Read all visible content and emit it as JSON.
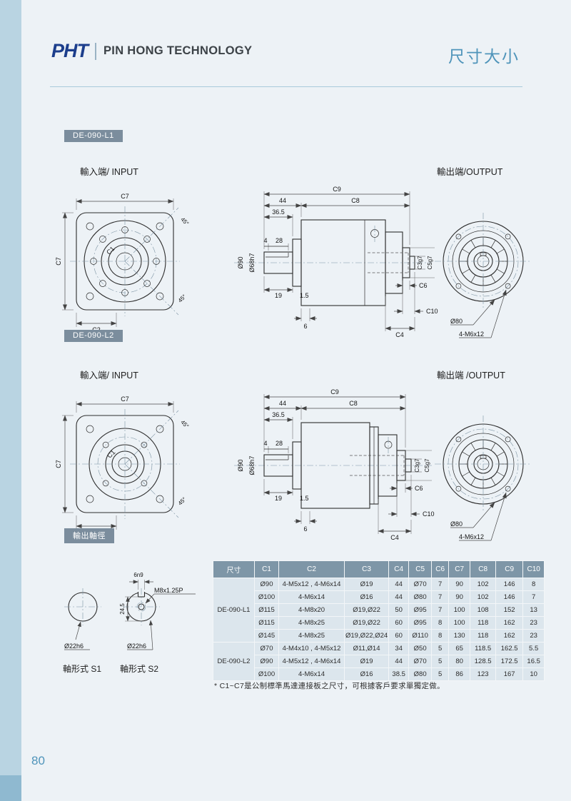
{
  "header": {
    "logo": "PHT",
    "company": "PIN HONG TECHNOLOGY",
    "page_title": "尺寸大小"
  },
  "sections": {
    "l1": {
      "badge": "DE-090-L1",
      "input_label": "輸入端/ INPUT",
      "output_label": "輸出端/OUTPUT"
    },
    "l2": {
      "badge": "DE-090-L2",
      "input_label": "輸入端/ INPUT",
      "output_label": "輸出端 /OUTPUT"
    },
    "shaft": {
      "badge": "輸出軸徑",
      "s1_label": "軸形式  S1",
      "s2_label": "軸形式  S2",
      "s1_dia": "Ø22h6",
      "s2_dia": "Ø22h6",
      "key_width": "6n9",
      "thread": "M8x1.25P",
      "depth": "24.5"
    }
  },
  "dims": {
    "c7_top": "C7",
    "c7_left": "C7",
    "c1": "C1",
    "angle_a": "45°",
    "angle_b": "45°",
    "c2": "C2",
    "c9": "C9",
    "c8": "C8",
    "len44": "44",
    "len36_5": "36.5",
    "len4": "4",
    "len28": "28",
    "dia90": "Ø90",
    "dia68": "Ø68h7",
    "len19": "19",
    "len1_5": "1.5",
    "len6": "6",
    "c3": "C3g7",
    "c5": "C5g7",
    "c6": "C6",
    "c10": "C10",
    "c4": "C4",
    "dia80": "Ø80",
    "bolt": "4-M6x12"
  },
  "table": {
    "headers": [
      "尺寸",
      "C1",
      "C2",
      "C3",
      "C4",
      "C5",
      "C6",
      "C7",
      "C8",
      "C9",
      "C10"
    ],
    "groups": [
      {
        "name": "DE-090-L1",
        "rows": [
          [
            "Ø90",
            "4-M5x12 , 4-M6x14",
            "Ø19",
            "44",
            "Ø70",
            "7",
            "90",
            "102",
            "146",
            "8"
          ],
          [
            "Ø100",
            "4-M6x14",
            "Ø16",
            "44",
            "Ø80",
            "7",
            "90",
            "102",
            "146",
            "7"
          ],
          [
            "Ø115",
            "4-M8x20",
            "Ø19,Ø22",
            "50",
            "Ø95",
            "7",
            "100",
            "108",
            "152",
            "13"
          ],
          [
            "Ø115",
            "4-M8x25",
            "Ø19,Ø22",
            "60",
            "Ø95",
            "8",
            "100",
            "118",
            "162",
            "23"
          ],
          [
            "Ø145",
            "4-M8x25",
            "Ø19,Ø22,Ø24",
            "60",
            "Ø110",
            "8",
            "130",
            "118",
            "162",
            "23"
          ]
        ]
      },
      {
        "name": "DE-090-L2",
        "rows": [
          [
            "Ø70",
            "4-M4x10 , 4-M5x12",
            "Ø11,Ø14",
            "34",
            "Ø50",
            "5",
            "65",
            "118.5",
            "162.5",
            "5.5"
          ],
          [
            "Ø90",
            "4-M5x12 , 4-M6x14",
            "Ø19",
            "44",
            "Ø70",
            "5",
            "80",
            "128.5",
            "172.5",
            "16.5"
          ],
          [
            "Ø100",
            "4-M6x14",
            "Ø16",
            "38.5",
            "Ø80",
            "5",
            "86",
            "123",
            "167",
            "10"
          ]
        ]
      }
    ]
  },
  "footnote": "* C1~C7是公制標準馬達連接板之尺寸，可根據客戶要求單獨定做。",
  "page_number": "80"
}
